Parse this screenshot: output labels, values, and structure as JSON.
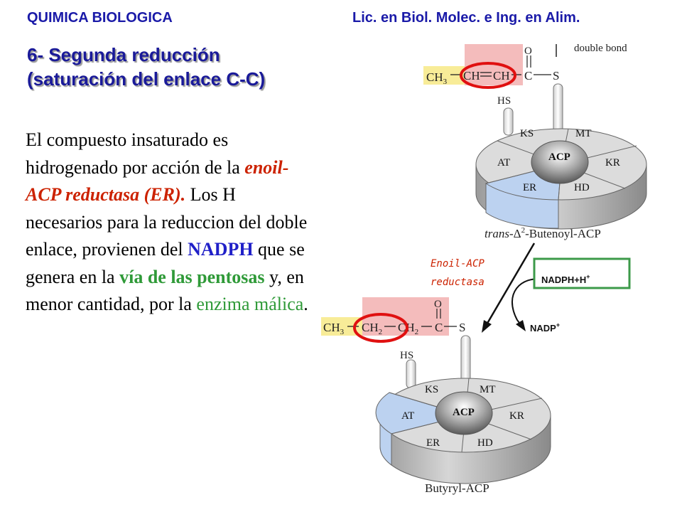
{
  "header": {
    "course": "QUIMICA BIOLOGICA",
    "program": "Lic. en Biol. Molec. e Ing. en Alim."
  },
  "title": {
    "line1": "6- Segunda reducción",
    "line2": "(saturación del enlace C-C)"
  },
  "body": {
    "t1": "El compuesto insaturado es hidrogenado por acción de la ",
    "enzyme": "enoil-ACP reductasa (ER).",
    "t2": " Los H necesarios para la reduccion del doble enlace, provienen del ",
    "nadph": "NADPH",
    "t3": " que se genera en la ",
    "pathway": "vía de las pentosas",
    "t4": " y, en menor cantidad, por la ",
    "malic": "enzima málica",
    "t5": "."
  },
  "figure": {
    "top_annotation": "double bond",
    "enzyme_label_1": "Enoil-ACP",
    "enzyme_label_2": "reductasa",
    "cofactor_in": "NADPH+H",
    "cofactor_in_sup": "+",
    "cofactor_out": "NADP",
    "cofactor_out_sup": "+",
    "substrate_name_prefix": "trans-",
    "substrate_name_main": "Δ",
    "substrate_name_sup": "2",
    "substrate_name_suffix": "-Butenoyl-ACP",
    "product_name": "Butyryl-ACP",
    "substrate_groups": [
      "CH3",
      "CH",
      "CH",
      "C",
      "S",
      "O",
      "HS"
    ],
    "product_groups": [
      "CH3",
      "CH2",
      "CH2",
      "C",
      "S",
      "O",
      "HS"
    ],
    "domains": [
      "KS",
      "MT",
      "ACP",
      "KR",
      "AT",
      "ER",
      "HD"
    ],
    "colors": {
      "header_blue": "#1a1aa8",
      "enzyme_red": "#cc2200",
      "nadph_blue": "#2020c8",
      "green": "#2f9a38",
      "pink_box": "#f4bcbc",
      "yellow_box": "#f8ec98",
      "circle_red": "#e01010",
      "highlight_domain": "#bcd2f0"
    }
  }
}
